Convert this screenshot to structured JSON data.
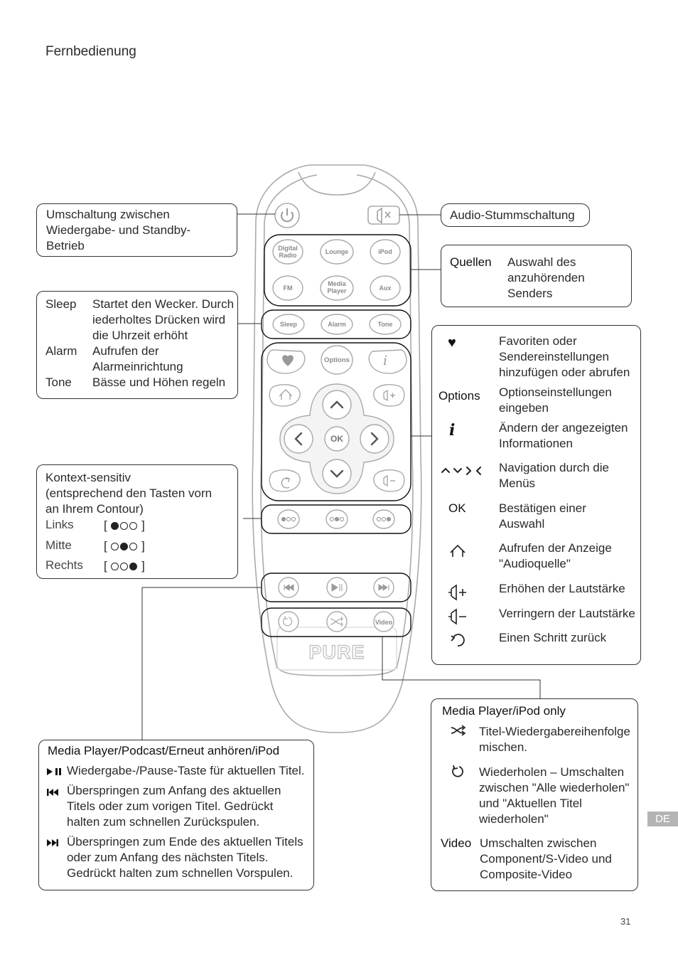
{
  "page": {
    "title": "Fernbedienung",
    "page_number": "31",
    "language_tab": "DE"
  },
  "power_box": {
    "text": "Umschaltung zwischen Wiedergabe- und Standby-Betrieb",
    "lines": [
      "Umschaltung zwischen",
      "Wiedergabe- und Standby-",
      "Betrieb"
    ]
  },
  "sleep_box": {
    "rows": [
      {
        "label": "Sleep",
        "lines": [
          "Startet den Wecker. Durch",
          "iederholtes Drücken wird",
          "die Uhrzeit erhöht"
        ]
      },
      {
        "label": "Alarm",
        "lines": [
          "Aufrufen der",
          "Alarmeinrichtung"
        ]
      },
      {
        "label": "Tone",
        "lines": [
          "Bässe und Höhen regeln"
        ]
      }
    ]
  },
  "context_box": {
    "title": "Kontext-sensitiv",
    "subtitle_lines": [
      "(entsprechend den Tasten vorn",
      "an Ihrem Contour)"
    ],
    "rows": [
      {
        "label": "Links",
        "pattern": "●○○"
      },
      {
        "label": "Mitte",
        "pattern": "○●○"
      },
      {
        "label": "Rechts",
        "pattern": "○○●"
      }
    ]
  },
  "mute_box": {
    "text": "Audio-Stummschaltung"
  },
  "sources_box": {
    "label": "Quellen",
    "lines": [
      "Auswahl des",
      "anzuhörenden",
      "Senders"
    ]
  },
  "nav_box": {
    "rows": [
      {
        "icon": "heart-icon",
        "label": "♥",
        "lines": [
          "Favoriten oder",
          "Sendereinstellungen",
          "hinzufügen oder abrufen"
        ]
      },
      {
        "icon": "",
        "label": "Options",
        "lines": [
          "Optionseinstellungen",
          "eingeben"
        ]
      },
      {
        "icon": "info-icon",
        "label": "i",
        "lines": [
          "Ändern der angezeigten",
          "Informationen"
        ]
      },
      {
        "icon": "navigation-arrows-icon",
        "label": "",
        "lines": [
          "Navigation durch die",
          "Menüs"
        ]
      },
      {
        "icon": "",
        "label": "OK",
        "lines": [
          "Bestätigen einer",
          "Auswahl"
        ]
      },
      {
        "icon": "home-icon",
        "label": "",
        "lines": [
          "Aufrufen der Anzeige",
          "\"Audioquelle\""
        ]
      },
      {
        "icon": "volume-up-icon",
        "label": "",
        "lines": [
          "Erhöhen der Lautstärke"
        ]
      },
      {
        "icon": "volume-down-icon",
        "label": "",
        "lines": [
          "Verringern der Lautstärke"
        ]
      },
      {
        "icon": "back-icon",
        "label": "",
        "lines": [
          "Einen Schritt zurück"
        ]
      }
    ]
  },
  "media_box": {
    "title": "Media Player/Podcast/Erneut anhören/iPod",
    "rows": [
      {
        "icon": "play-pause-icon",
        "lines": [
          "Wiedergabe-/Pause-Taste für aktuellen Titel."
        ]
      },
      {
        "icon": "previous-icon",
        "lines": [
          "Überspringen zum Anfang des aktuellen",
          "Titels oder zum vorigen Titel. Gedrückt",
          "halten zum schnellen Zurückspulen."
        ]
      },
      {
        "icon": "next-icon",
        "lines": [
          "Überspringen zum Ende des aktuellen Titels",
          "oder zum Anfang des nächsten Titels.",
          "Gedrückt halten zum schnellen Vorspulen."
        ]
      }
    ]
  },
  "ipod_box": {
    "title": "Media Player/iPod only",
    "rows": [
      {
        "icon": "shuffle-icon",
        "label": "",
        "lines": [
          "Titel-Wiedergabereihenfolge",
          "mischen."
        ]
      },
      {
        "icon": "repeat-icon",
        "label": "",
        "lines": [
          "Wiederholen – Umschalten",
          "zwischen \"Alle wiederholen\"",
          "und \"Aktuellen Titel",
          "wiederholen\""
        ]
      },
      {
        "icon": "",
        "label": "Video",
        "lines": [
          "Umschalten zwischen",
          "Component/S-Video und",
          "Composite-Video"
        ]
      }
    ]
  },
  "remote": {
    "source_buttons": [
      "Digital Radio",
      "Lounge",
      "iPod",
      "FM",
      "Media Player",
      "Aux"
    ],
    "function_buttons": [
      "Sleep",
      "Alarm",
      "Tone"
    ],
    "options_button": "Options",
    "ok_button": "OK",
    "video_button": "Video",
    "brand": "PURE"
  }
}
